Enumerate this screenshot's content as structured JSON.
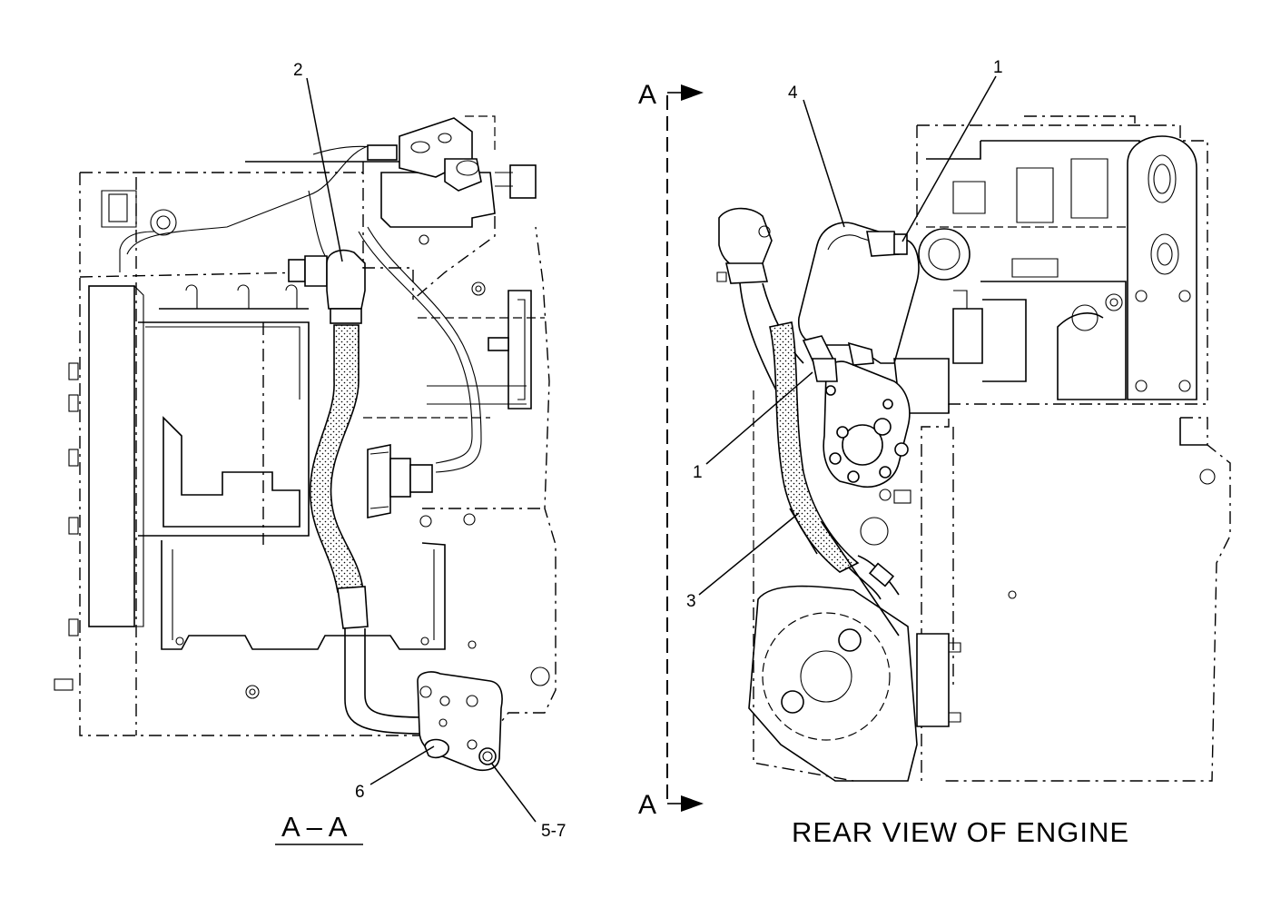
{
  "left_view": {
    "title": "A – A",
    "callouts": [
      {
        "id": "callout-2",
        "text": "2"
      },
      {
        "id": "callout-6",
        "text": "6"
      },
      {
        "id": "callout-5-7",
        "text": "5-7"
      }
    ]
  },
  "right_view": {
    "title": "REAR  VIEW  OF  ENGINE",
    "callouts": [
      {
        "id": "callout-1-top",
        "text": "1"
      },
      {
        "id": "callout-4",
        "text": "4"
      },
      {
        "id": "callout-1-left",
        "text": "1"
      },
      {
        "id": "callout-3",
        "text": "3"
      }
    ]
  },
  "section_markers": {
    "top": "A",
    "bottom": "A"
  }
}
